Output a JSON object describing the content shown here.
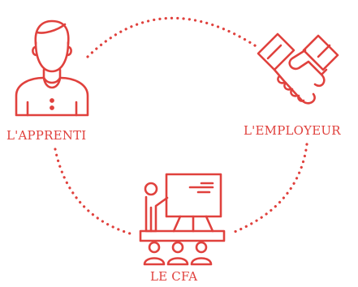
{
  "labels": {
    "apprenti": "L'APPRENTI",
    "employeur": "L'EMPLOYEUR",
    "cfa": "LE CFA"
  },
  "icons": {
    "apprenti": "person-icon",
    "employeur": "handshake-icon",
    "cfa": "classroom-icon"
  },
  "colors": {
    "accent": "#e0413d"
  }
}
